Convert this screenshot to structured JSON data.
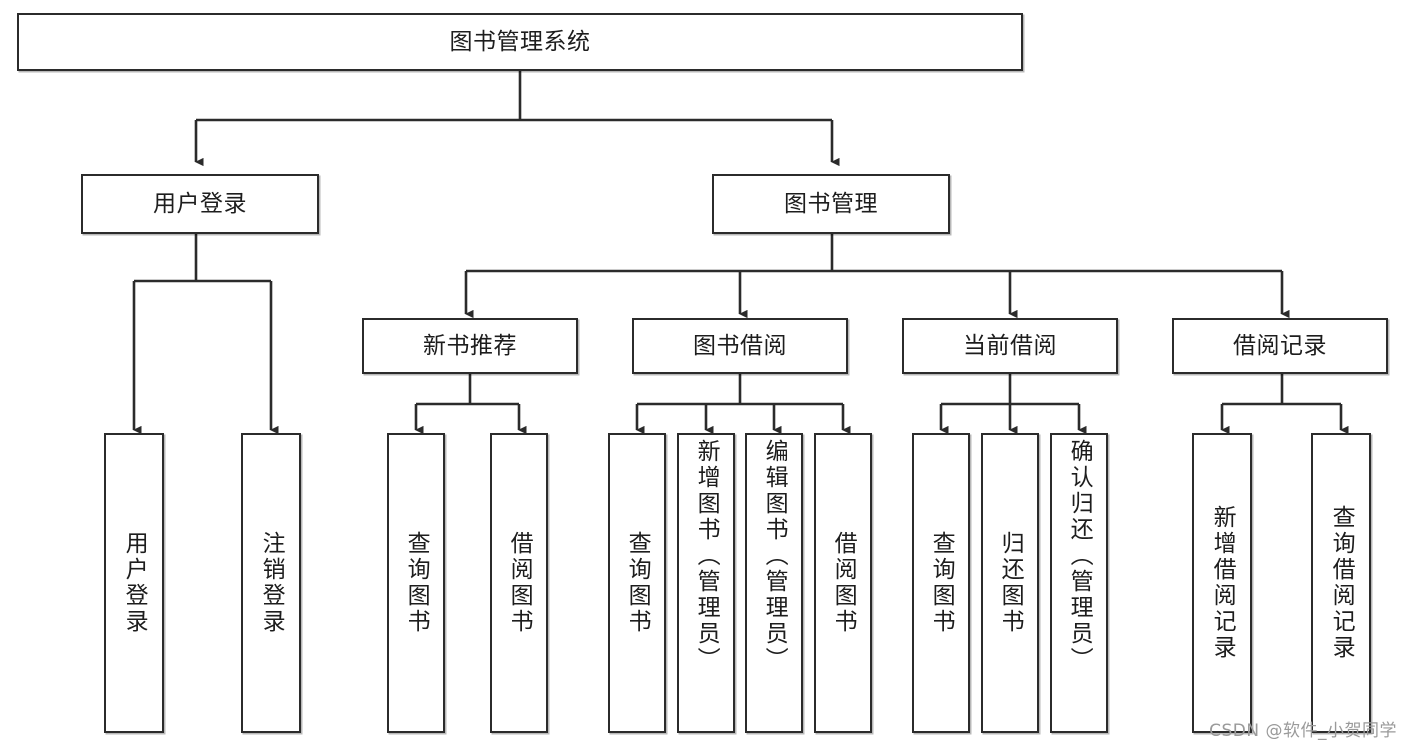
{
  "diagram": {
    "title": "图书管理系统",
    "watermark": "CSDN @软件_小贺同学",
    "colors": {
      "border": "#2b2b2b",
      "background": "#ffffff",
      "text": "#1d1d1d",
      "connector": "#2b2b2b",
      "watermark": "#9a9a9a"
    },
    "root": {
      "label": "图书管理系统"
    },
    "level2": [
      {
        "label": "用户登录"
      },
      {
        "label": "图书管理"
      }
    ],
    "level3": [
      {
        "label": "新书推荐"
      },
      {
        "label": "图书借阅"
      },
      {
        "label": "当前借阅"
      },
      {
        "label": "借阅记录"
      }
    ],
    "leaves": {
      "user_login": [
        {
          "label": "用户登录"
        },
        {
          "label": "注销登录"
        }
      ],
      "new_book": [
        {
          "label": "查询图书"
        },
        {
          "label": "借阅图书"
        }
      ],
      "book_borrow": [
        {
          "label": "查询图书"
        },
        {
          "label": "新增图书（管理员）"
        },
        {
          "label": "编辑图书（管理员）"
        },
        {
          "label": "借阅图书"
        }
      ],
      "current_borrow": [
        {
          "label": "查询图书"
        },
        {
          "label": "归还图书"
        },
        {
          "label": "确认归还（管理员）"
        }
      ],
      "borrow_record": [
        {
          "label": "新增借阅记录"
        },
        {
          "label": "查询借阅记录"
        }
      ]
    }
  }
}
